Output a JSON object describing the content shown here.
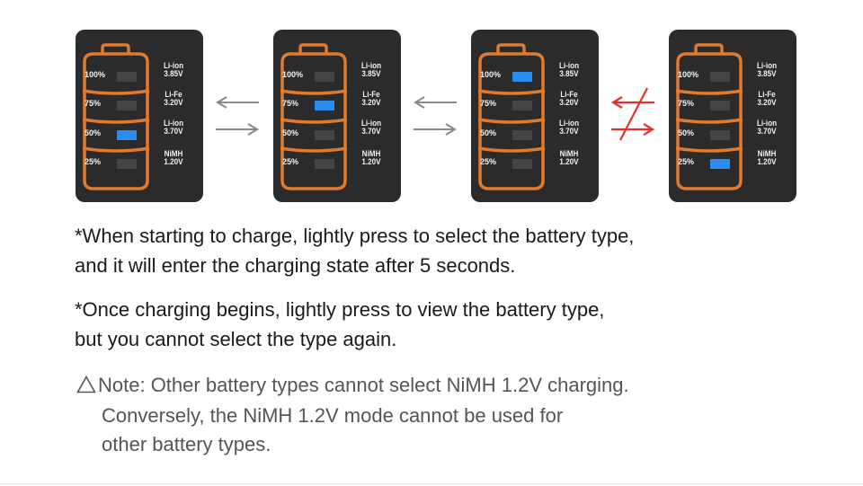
{
  "colors": {
    "panel_bg": "#2b2b2b",
    "battery_outline": "#e07a2c",
    "indicator_active": "#2a8cf0",
    "indicator_inactive": "#444444",
    "arrow_gray": "#8a8a8a",
    "arrow_red": "#e53030"
  },
  "panels": [
    {
      "levels": [
        "100%",
        "75%",
        "50%",
        "25%"
      ],
      "active": "50%",
      "voltages": [
        {
          "line1": "Li-ion",
          "line2": "3.85V"
        },
        {
          "line1": "Li-Fe",
          "line2": "3.20V"
        },
        {
          "line1": "Li-ion",
          "line2": "3.70V"
        },
        {
          "line1": "NiMH",
          "line2": "1.20V"
        }
      ]
    },
    {
      "levels": [
        "100%",
        "75%",
        "50%",
        "25%"
      ],
      "active": "75%",
      "voltages": [
        {
          "line1": "Li-ion",
          "line2": "3.85V"
        },
        {
          "line1": "Li-Fe",
          "line2": "3.20V"
        },
        {
          "line1": "Li-ion",
          "line2": "3.70V"
        },
        {
          "line1": "NiMH",
          "line2": "1.20V"
        }
      ]
    },
    {
      "levels": [
        "100%",
        "75%",
        "50%",
        "25%"
      ],
      "active": "100%",
      "voltages": [
        {
          "line1": "Li-ion",
          "line2": "3.85V"
        },
        {
          "line1": "Li-Fe",
          "line2": "3.20V"
        },
        {
          "line1": "Li-ion",
          "line2": "3.70V"
        },
        {
          "line1": "NiMH",
          "line2": "1.20V"
        }
      ]
    },
    {
      "levels": [
        "100%",
        "75%",
        "50%",
        "25%"
      ],
      "active": "25%",
      "voltages": [
        {
          "line1": "Li-ion",
          "line2": "3.85V"
        },
        {
          "line1": "Li-Fe",
          "line2": "3.20V"
        },
        {
          "line1": "Li-ion",
          "line2": "3.70V"
        },
        {
          "line1": "NiMH",
          "line2": "1.20V"
        }
      ]
    }
  ],
  "arrows": [
    "bidirectional-arrows-icon",
    "bidirectional-arrows-icon",
    "blocked-bidirectional-arrows-icon"
  ],
  "instructions": {
    "p1_line1": "*When starting to charge, lightly press to select the battery type,",
    "p1_line2": "and it will enter the charging state after 5 seconds.",
    "p2_line1": "*Once charging begins, lightly press to view the battery type,",
    "p2_line2": "but you cannot select the type again."
  },
  "note": {
    "icon": "warning-triangle-icon",
    "line1": "Note: Other battery types cannot select NiMH 1.2V charging.",
    "line2": "Conversely, the NiMH 1.2V mode cannot be used for",
    "line3": "other battery types."
  }
}
